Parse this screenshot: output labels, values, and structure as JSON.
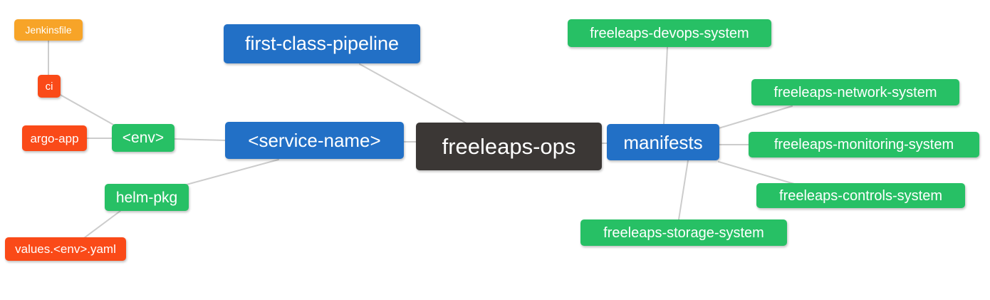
{
  "diagram": {
    "kind": "mind-map",
    "root_label": "freeleaps-ops",
    "colors": {
      "blue": "#2270c6",
      "green": "#27c065",
      "red": "#fa4a18",
      "orange": "#f7a428",
      "dark": "#3b3735",
      "edge": "#cccccc",
      "background": "#ffffff",
      "text": "#ffffff"
    },
    "nodes": {
      "jenkinsfile": {
        "label": "Jenkinsfile",
        "color": "orange"
      },
      "ci": {
        "label": "ci",
        "color": "red"
      },
      "argo_app": {
        "label": "argo-app",
        "color": "red"
      },
      "env": {
        "label": "<env>",
        "color": "green"
      },
      "helm_pkg": {
        "label": "helm-pkg",
        "color": "green"
      },
      "values_env_yaml": {
        "label": "values.<env>.yaml",
        "color": "red"
      },
      "first_class_pipeline": {
        "label": "first-class-pipeline",
        "color": "blue"
      },
      "service_name": {
        "label": "<service-name>",
        "color": "blue"
      },
      "freeleaps_ops": {
        "label": "freeleaps-ops",
        "color": "dark"
      },
      "manifests": {
        "label": "manifests",
        "color": "blue"
      },
      "devops_system": {
        "label": "freeleaps-devops-system",
        "color": "green"
      },
      "network_system": {
        "label": "freeleaps-network-system",
        "color": "green"
      },
      "monitoring_system": {
        "label": "freeleaps-monitoring-system",
        "color": "green"
      },
      "controls_system": {
        "label": "freeleaps-controls-system",
        "color": "green"
      },
      "storage_system": {
        "label": "freeleaps-storage-system",
        "color": "green"
      }
    },
    "edges": [
      {
        "from": "jenkinsfile",
        "to": "ci"
      },
      {
        "from": "ci",
        "to": "env"
      },
      {
        "from": "argo_app",
        "to": "env"
      },
      {
        "from": "env",
        "to": "service_name"
      },
      {
        "from": "helm_pkg",
        "to": "service_name"
      },
      {
        "from": "values_env_yaml",
        "to": "helm_pkg"
      },
      {
        "from": "first_class_pipeline",
        "to": "freeleaps_ops"
      },
      {
        "from": "service_name",
        "to": "freeleaps_ops"
      },
      {
        "from": "freeleaps_ops",
        "to": "manifests"
      },
      {
        "from": "manifests",
        "to": "devops_system"
      },
      {
        "from": "manifests",
        "to": "network_system"
      },
      {
        "from": "manifests",
        "to": "monitoring_system"
      },
      {
        "from": "manifests",
        "to": "controls_system"
      },
      {
        "from": "manifests",
        "to": "storage_system"
      }
    ]
  }
}
